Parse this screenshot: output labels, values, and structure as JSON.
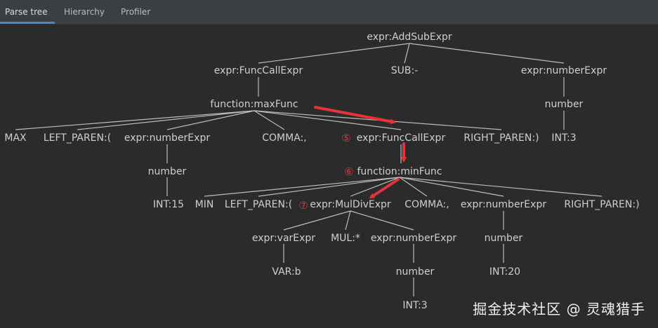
{
  "tabs": [
    {
      "label": "Parse tree",
      "active": true
    },
    {
      "label": "Hierarchy",
      "active": false
    },
    {
      "label": "Profiler",
      "active": false
    }
  ],
  "tree": {
    "nodes": {
      "root": "expr:AddSubExpr",
      "funcCall1": "expr:FuncCallExpr",
      "sub": "SUB:-",
      "numberExpr1": "expr:numberExpr",
      "maxFunc": "function:maxFunc",
      "number1": "number",
      "max": "MAX",
      "lparen1": "LEFT_PAREN:(",
      "numberExpr2": "expr:numberExpr",
      "comma1": "COMMA:,",
      "funcCall2": "expr:FuncCallExpr",
      "rparen1": "RIGHT_PAREN:)",
      "int3a": "INT:3",
      "number2": "number",
      "minFunc": "function:minFunc",
      "int15": "INT:15",
      "min": "MIN",
      "lparen2": "LEFT_PAREN:(",
      "mulDiv": "expr:MulDivExpr",
      "comma2": "COMMA:,",
      "numberExpr3": "expr:numberExpr",
      "rparen2": "RIGHT_PAREN:)",
      "varExpr": "expr:varExpr",
      "mul": "MUL:*",
      "numberExpr4": "expr:numberExpr",
      "number3": "number",
      "varb": "VAR:b",
      "number4": "number",
      "int20": "INT:20",
      "int3b": "INT:3"
    },
    "markers": {
      "m5": "⑤",
      "m6": "⑥",
      "m7": "⑦"
    }
  },
  "watermark": "掘金技术社区 @ 灵魂猎手",
  "colors": {
    "background": "#2b2b2b",
    "tabbar": "#3c3f41",
    "accent": "#4a88c7",
    "annotation": "#e5333a"
  }
}
